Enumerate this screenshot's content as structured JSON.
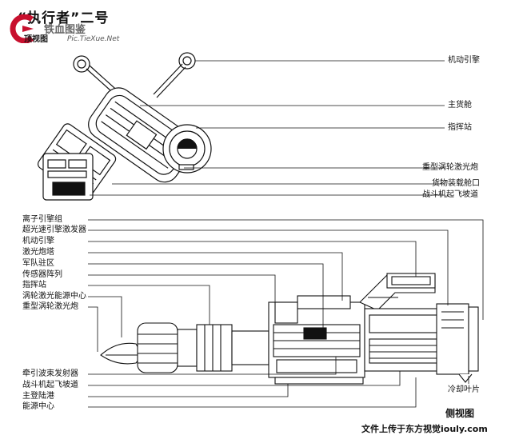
{
  "header": {
    "title": "“执行者”二号",
    "subtitle": "顶视图",
    "logo_text": "铁血图鉴",
    "logo_url": "Pic.TieXue.Net"
  },
  "top_labels": [
    "机动引擎",
    "主货舱",
    "指挥站",
    "重型涡轮激光炮",
    "货物装载舱口",
    "战斗机起飞坡道"
  ],
  "side_labels_upper": [
    "离子引擎组",
    "超光速引擎激发器",
    "机动引擎",
    "激光炮塔",
    "军队驻区",
    "传感器阵列",
    "指挥站",
    "涡轮激光能源中心",
    "重型涡轮激光炮"
  ],
  "side_labels_lower": [
    "牵引波束发射器",
    "战斗机起飞坡道",
    "主登陆港",
    "能源中心"
  ],
  "right_bottom_label": "冷却叶片",
  "side_view_title": "侧视图",
  "footer": "文件上传于东方视觉iouly.com"
}
